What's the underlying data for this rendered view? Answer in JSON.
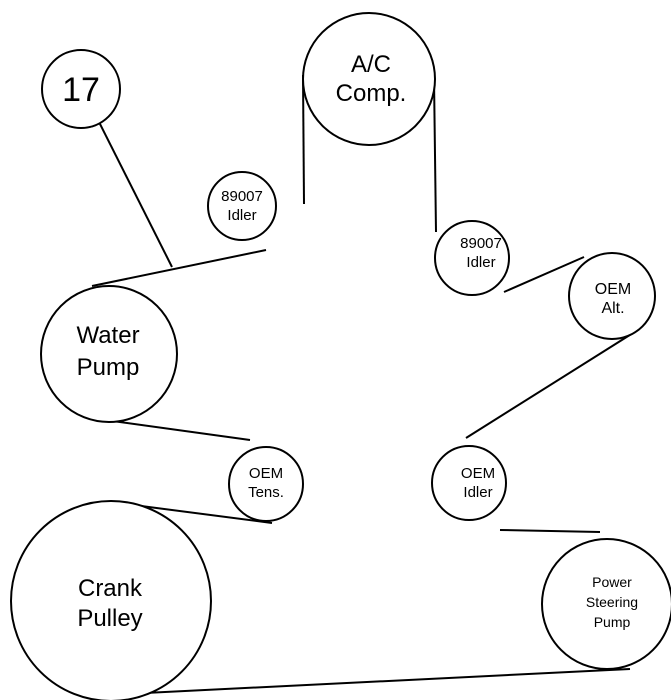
{
  "diagram": {
    "pulleys": {
      "ref": {
        "lines": [
          "17"
        ]
      },
      "ac": {
        "lines": [
          "A/C",
          "Comp."
        ]
      },
      "idler_left": {
        "lines": [
          "89007",
          "Idler"
        ]
      },
      "idler_right": {
        "lines": [
          "89007",
          "Idler"
        ]
      },
      "alt": {
        "lines": [
          "OEM",
          "Alt."
        ]
      },
      "water_pump": {
        "lines": [
          "Water",
          "Pump"
        ]
      },
      "tensioner": {
        "lines": [
          "OEM",
          "Tens."
        ]
      },
      "oem_idler": {
        "lines": [
          "OEM",
          "Idler"
        ]
      },
      "crank": {
        "lines": [
          "Crank",
          "Pulley"
        ]
      },
      "ps_pump": {
        "lines": [
          "Power",
          "Steering",
          "Pump"
        ]
      }
    }
  }
}
